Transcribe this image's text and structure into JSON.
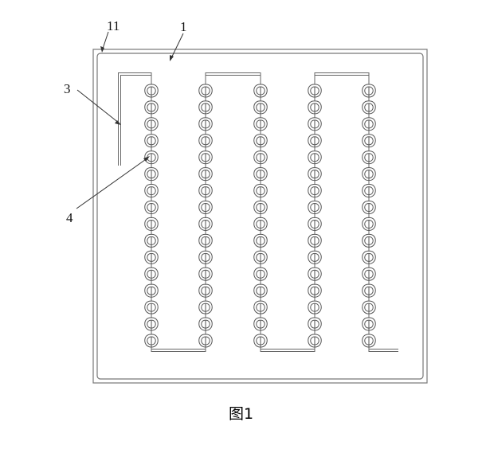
{
  "figure": {
    "caption": "图1",
    "labels": {
      "panel_outer": "11",
      "panel_inner": "1",
      "straight_segment": "3",
      "loop_chain": "4"
    }
  }
}
